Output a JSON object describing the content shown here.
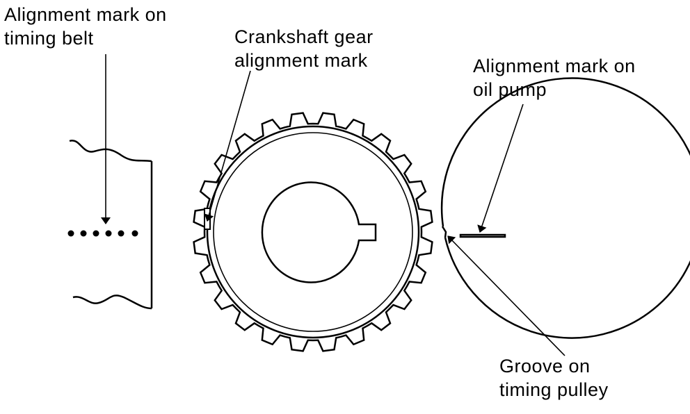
{
  "labels": {
    "timing_belt_mark": [
      "Alignment mark on",
      "timing belt"
    ],
    "crank_gear_mark": [
      "Crankshaft gear",
      "alignment mark"
    ],
    "oil_pump_mark": [
      "Alignment mark on",
      "oil pump"
    ],
    "pulley_groove": [
      "Groove on",
      "timing pulley"
    ]
  },
  "colors": {
    "ink": "#000000",
    "background": "#ffffff"
  }
}
